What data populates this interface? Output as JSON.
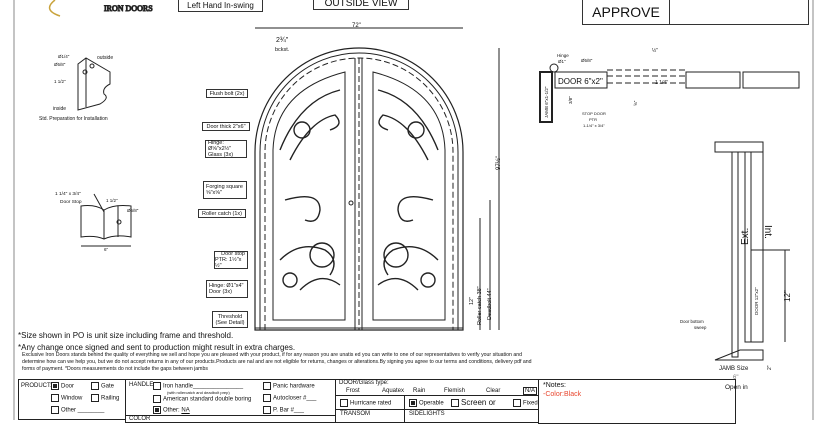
{
  "header": {
    "logo_text": "IRON DOORS",
    "swing": "Left Hand In-swing",
    "view": "OUTSIDE VIEW",
    "approve": "APPROVE"
  },
  "detail_install": {
    "d14": "Ø1/4\"",
    "d58": "Ø5/8\"",
    "d112": "1 1/2\"",
    "outside": "outside",
    "inside": "inside",
    "caption": "Std. Preparation for Installation"
  },
  "detail_stop": {
    "stop": "1 1/4\" x 3/4\"",
    "stop2": "Door Stop",
    "d112": "1 1/2\"",
    "d58": "Ø5/8\"",
    "width": "6\""
  },
  "elevation": {
    "width": "72\"",
    "bkst": "2¾\"",
    "bkst2": "bckst.",
    "height": "97½\"",
    "roller": "Roller catch 38\"",
    "deadbolt": "Deadbolt 44\"",
    "twelve": "12\"",
    "callouts": [
      "Flush bolt (2x)",
      "Door thick 2\"x6\"",
      "Hinge: Ø⅝\"x2½\"",
      "Glass (3x)",
      "Forging square",
      "⅝\"x⅝\"",
      "Roller catch  (1x)",
      "Door stop",
      "PTR: 1½\"x ½\"",
      "Hinge: Ø1\"x4\"",
      "Door (3x)",
      "Threshold",
      "(See Detail)"
    ]
  },
  "plan": {
    "hinge": "Hinge",
    "hinge2": "Ø1\"",
    "d58": "Ø5/8\"",
    "half": "½\"",
    "door": "DOOR 6\"x2\"",
    "jamb": "JAMB 6\"x1-1/2\"",
    "stop": "STOP DOOR",
    "stop2": "PTR",
    "stop3": "1-1/4\" x 3/4\"",
    "quarter": "1 1/4\"",
    "d38": "3/8\"",
    "d58b": "⅝\""
  },
  "section": {
    "ext": "Ext.",
    "int": "Int.",
    "door": "DOOR 12\"x2\"",
    "twelve": "12\"",
    "sweep": "Door bottom",
    "sweep2": "sweep",
    "jamb": "JAMB Size",
    "six": "6\"",
    "two": "2\"",
    "open": "Open in"
  },
  "notes": {
    "size": "*Size shown in PO is unit size including frame and threshold.",
    "change": "*Any change once signed and sent to production might result in extra charges.",
    "disclaimer": "Exclusive Iron Doors stands behind the quality of everything we sell and hope you are pleased with your product, if for any reason you are unatis   ed you can write to one of our representatives to verify your situation and determine how can we help you, but we do not accept returns in any of our products.Products are    nal and are not eligible for returns, changes or alterations.By signing you agree to our terms and conditions, delivery pdf and forms of payment. *Doors measurements do not include the gaps between jambs"
  },
  "form": {
    "product_label": "PRODUCT:",
    "door": "Door",
    "gate": "Gate",
    "window": "Window",
    "railing": "Railing",
    "other": "Other",
    "handle_label": "HANDLE",
    "iron_handle": "Iron handle",
    "iron_handle_note": "(with rollercatch and deadbolt prep)",
    "american": "American standard double boring",
    "handle_other": "Other:",
    "handle_other_value": "NA",
    "panic": "Panic hardware",
    "autocloser": "Autocloser #",
    "pbar": "P. Bar #",
    "glass_label": "DOOR/Glass type:",
    "glass_types": [
      "Frost",
      "Aquatex",
      "Rain",
      "Flemish",
      "Clear"
    ],
    "glass_na": "N/A",
    "hurricane": "Hurricane rated",
    "operable": "Operable",
    "screen": "Screen or",
    "fixed": "Fixed",
    "transom": "TRANSOM",
    "sidelights": "SIDELIGHTS",
    "color": "COLOR",
    "notes_label": "*Notes:",
    "notes_value": "-Color:Black",
    "notes_color": "#e8472f"
  }
}
